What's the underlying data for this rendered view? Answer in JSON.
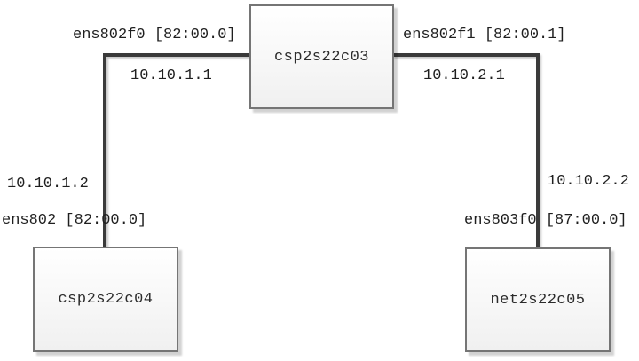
{
  "diagram": {
    "type": "network-topology",
    "nodes": [
      {
        "id": "csp2s22c03",
        "label": "csp2s22c03",
        "role": "top-center"
      },
      {
        "id": "csp2s22c04",
        "label": "csp2s22c04",
        "role": "bottom-left"
      },
      {
        "id": "net2s22c05",
        "label": "net2s22c05",
        "role": "bottom-right"
      }
    ],
    "links": [
      {
        "from": "csp2s22c03",
        "to": "csp2s22c04",
        "from_interface": "ens802f0 [82:00.0]",
        "from_ip": "10.10.1.1",
        "to_ip": "10.10.1.2",
        "to_interface": "ens802 [82:00.0]"
      },
      {
        "from": "csp2s22c03",
        "to": "net2s22c05",
        "from_interface": "ens802f1 [82:00.1]",
        "from_ip": "10.10.2.1",
        "to_ip": "10.10.2.2",
        "to_interface": "ens803f0 [87:00.0]"
      }
    ],
    "colors": {
      "line": "#3a3a3a",
      "box_border": "#757575",
      "box_fill_top": "#ffffff",
      "box_fill_bottom": "#f0f0f0",
      "text": "#222222",
      "background": "#ffffff"
    }
  }
}
